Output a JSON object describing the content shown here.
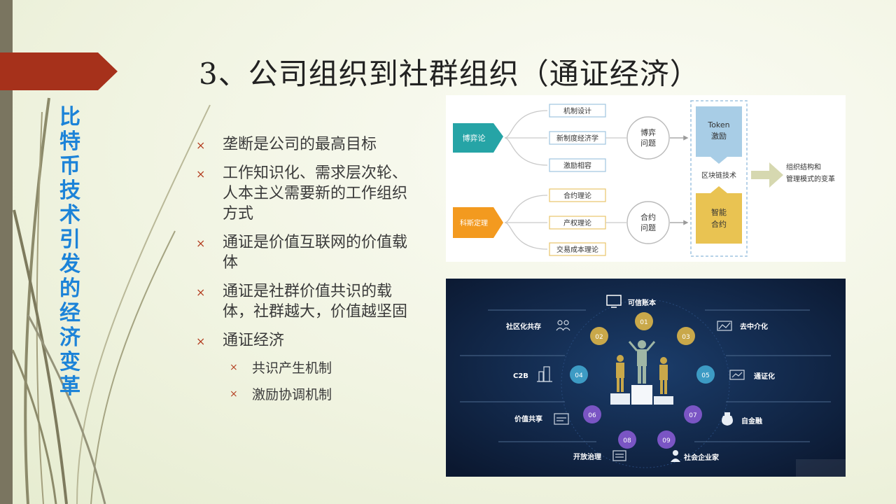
{
  "sidebar": {
    "vertical_title": "比特币技术引发的经济变革"
  },
  "slide": {
    "title": "3、公司组织到社群组织（通证经济）",
    "bullets": [
      {
        "level": 1,
        "text": "垄断是公司的最高目标"
      },
      {
        "level": 1,
        "text": "工作知识化、需求层次轮、人本主义需要新的工作组织方式"
      },
      {
        "level": 1,
        "text": "通证是价值互联网的价值载体"
      },
      {
        "level": 1,
        "text": "通证是社群价值共识的载体，社群越大，价值越坚固"
      },
      {
        "level": 1,
        "text": "通证经济"
      },
      {
        "level": 2,
        "text": "共识产生机制"
      },
      {
        "level": 2,
        "text": "激励协调机制"
      }
    ]
  },
  "diagram1": {
    "left_top": "博弈论",
    "left_bottom": "科斯定理",
    "top_items": [
      "机制设计",
      "新制度经济学",
      "激励相容"
    ],
    "bottom_items": [
      "合约理论",
      "产权理论",
      "交易成本理论"
    ],
    "circle_top": [
      "博弈",
      "问题"
    ],
    "circle_bottom": [
      "合约",
      "问题"
    ],
    "box_top": [
      "Token",
      "激励"
    ],
    "box_bottom": [
      "智能",
      "合约"
    ],
    "middle_label": "区块链技术",
    "result": [
      "组织结构和",
      "管理模式的变革"
    ]
  },
  "diagram2": {
    "items": [
      {
        "num": "01",
        "label": "可信账本"
      },
      {
        "num": "02",
        "label": "社区化共存"
      },
      {
        "num": "03",
        "label": "去中介化"
      },
      {
        "num": "04",
        "label": "C2B"
      },
      {
        "num": "05",
        "label": "通证化"
      },
      {
        "num": "06",
        "label": "价值共享"
      },
      {
        "num": "07",
        "label": "自金融"
      },
      {
        "num": "08",
        "label": "开放治理"
      },
      {
        "num": "09",
        "label": "社会企业家"
      }
    ],
    "colors": {
      "gold": "#c9a84a",
      "teal": "#3d9bc4",
      "purple": "#7a55c4"
    }
  }
}
